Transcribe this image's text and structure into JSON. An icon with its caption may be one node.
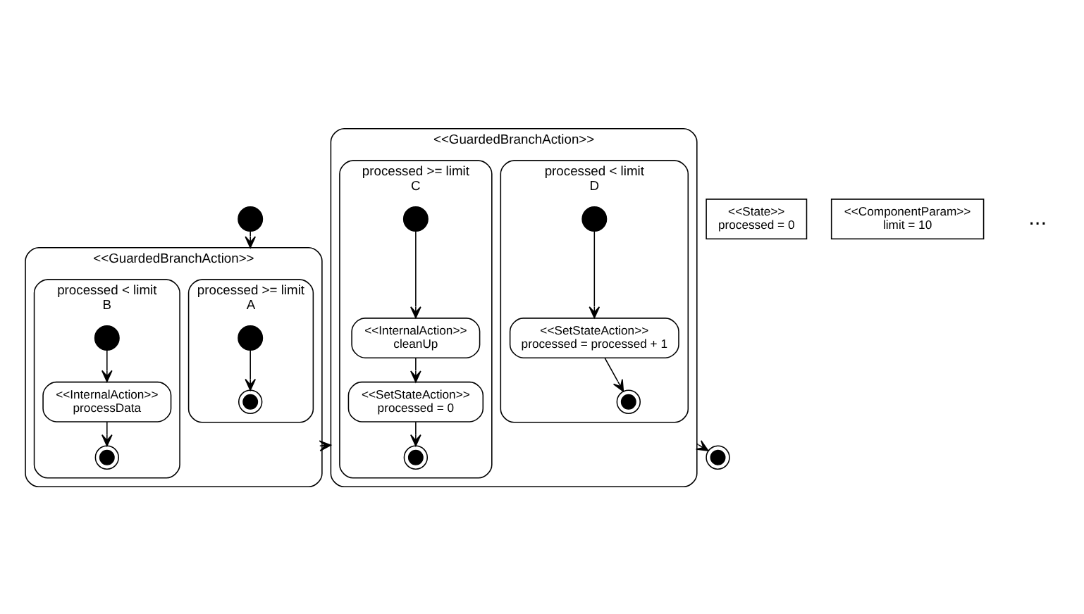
{
  "diagram": {
    "nodes": [
      {
        "text": [],
        "shape": "circle"
      },
      {
        "text": [
          "<<State>>",
          "processed = 0"
        ]
      },
      {
        "text": [
          "<<ComponentParam>>",
          "limit = 10"
        ]
      },
      {
        "text": [],
        "shape": "circle"
      },
      {
        "text": [
          "<<GuardedBranchAction>>"
        ]
      },
      {
        "text": [
          "processed >= limit",
          "A"
        ],
        "in": 4
      },
      {
        "text": [
          "processed < limit",
          "B"
        ],
        "in": 4
      },
      {
        "text": [],
        "shape": "circle",
        "in": 5
      },
      {
        "text": [],
        "shape": "circle",
        "in": 5
      },
      {
        "text": [],
        "shape": "circle",
        "in": 6
      },
      {
        "text": [
          "<<InternalAction>>",
          "processData"
        ],
        "in": 6
      },
      {
        "text": [],
        "shape": "circle",
        "in": 6
      },
      {
        "text": [
          "<<GuardedBranchAction>>"
        ]
      },
      {
        "text": [
          "processed >= limit",
          "C"
        ],
        "in": 12
      },
      {
        "text": [
          "processed < limit",
          "D"
        ],
        "in": 12
      },
      {
        "text": [],
        "shape": "circle",
        "in": 13
      },
      {
        "text": [
          "<<InternalAction>>",
          "cleanUp"
        ],
        "in": 13
      },
      {
        "text": [
          "<<SetStateAction>>",
          "processed = 0"
        ],
        "in": 13
      },
      {
        "text": [],
        "shape": "circle",
        "in": 13
      },
      {
        "text": [],
        "shape": "circle",
        "in": 14
      },
      {
        "text": [
          "<<SetStateAction>>",
          "processed = processed + 1"
        ],
        "in": 14
      },
      {
        "text": [],
        "shape": "circle",
        "in": 14
      }
    ],
    "edges": [
      {
        "from": 0,
        "to": 4,
        "arrow": "to"
      },
      {
        "from": 4,
        "to": 12,
        "arrow": "to"
      },
      {
        "from": 12,
        "to": 3,
        "arrow": "to"
      },
      {
        "from": 7,
        "to": 8,
        "arrow": "to"
      },
      {
        "from": 9,
        "to": 10,
        "arrow": "to"
      },
      {
        "from": 10,
        "to": 11,
        "arrow": "to"
      },
      {
        "from": 15,
        "to": 16,
        "arrow": "to"
      },
      {
        "from": 16,
        "to": 17,
        "arrow": "to"
      },
      {
        "from": 17,
        "to": 18,
        "arrow": "to"
      },
      {
        "from": 19,
        "to": 20,
        "arrow": "to"
      },
      {
        "from": 20,
        "to": 21,
        "arrow": "to"
      }
    ],
    "labels": [
      "..."
    ]
  }
}
